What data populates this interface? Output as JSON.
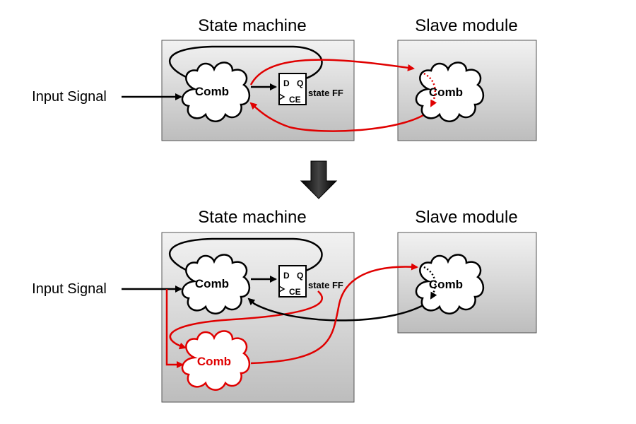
{
  "top": {
    "state_machine_title": "State machine",
    "slave_module_title": "Slave module",
    "input_signal": "Input Signal",
    "comb_main": "Comb",
    "comb_slave": "Comb",
    "ff": {
      "d": "D",
      "q": "Q",
      "ce": "CE",
      "label": "state FF"
    }
  },
  "bottom": {
    "state_machine_title": "State machine",
    "slave_module_title": "Slave module",
    "input_signal": "Input Signal",
    "comb_main": "Comb",
    "comb_slave": "Comb",
    "comb_extra": "Comb",
    "ff": {
      "d": "D",
      "q": "Q",
      "ce": "CE",
      "label": "state FF"
    }
  },
  "colors": {
    "black_arrow": "#000000",
    "red_arrow": "#e00000",
    "module_gradient_top": "#f2f2f2",
    "module_gradient_bottom": "#bdbdbd",
    "transition_arrow": "#111111"
  },
  "icons": {
    "transition": "down-arrow-icon"
  }
}
